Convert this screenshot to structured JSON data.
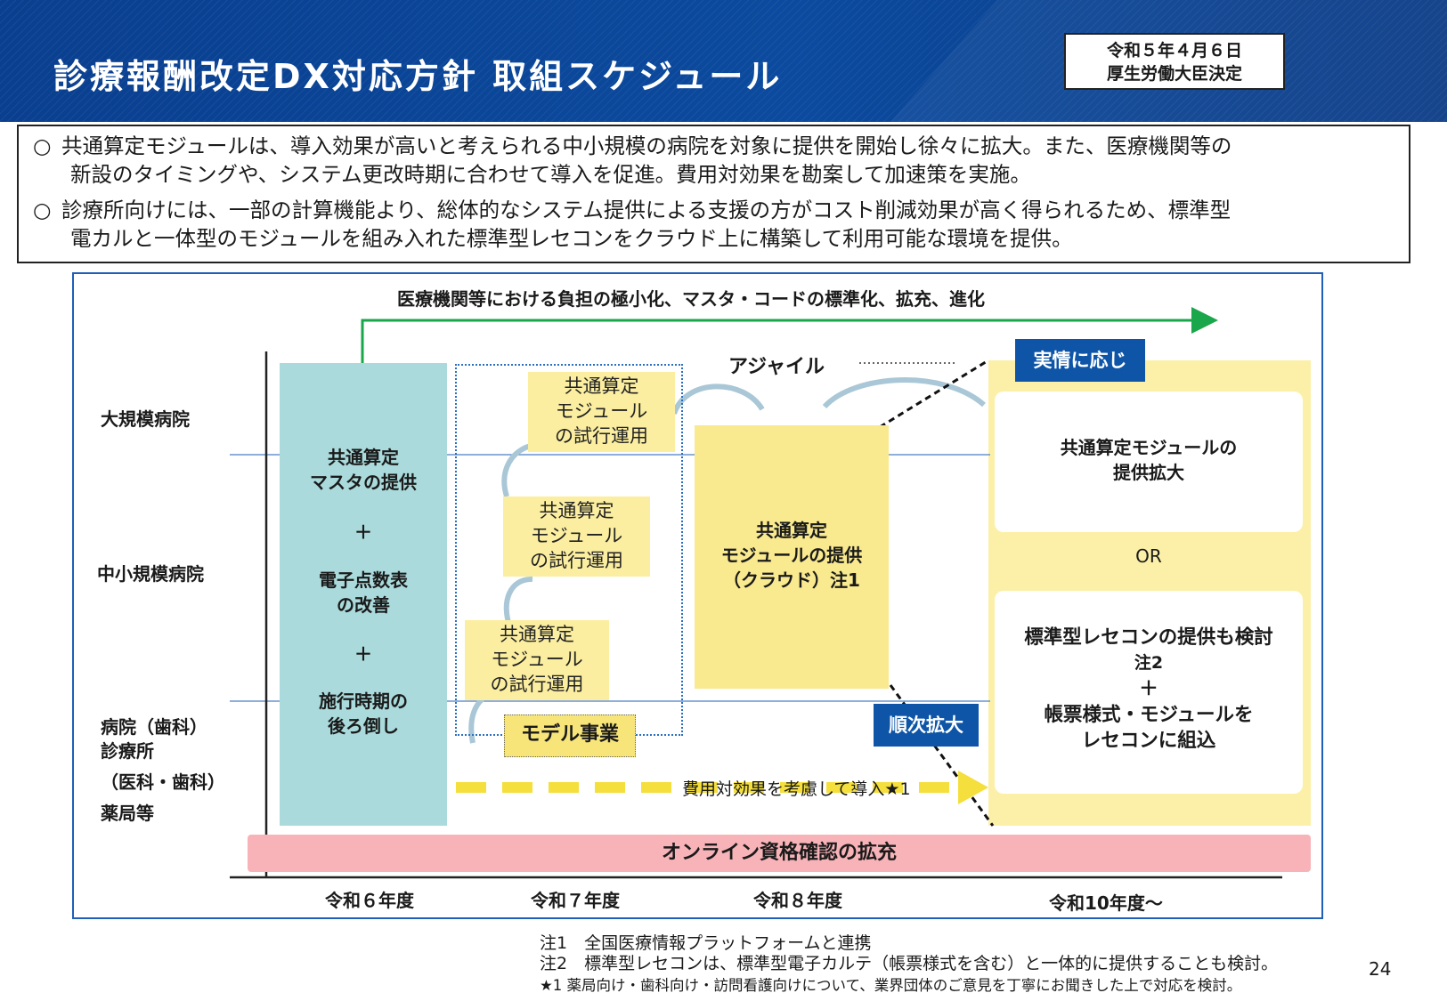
{
  "header": {
    "title": "診療報酬改定DX対応方針 取組スケジュール",
    "decision": [
      "令和５年４月６日",
      "厚生労働大臣決定"
    ]
  },
  "summary": {
    "bullets": [
      {
        "mark": "○",
        "line1": "共通算定モジュールは、導入効果が高いと考えられる中小規模の病院を対象に提供を開始し徐々に拡大。また、医療機関等の",
        "line2": "新設のタイミングや、システム更改時期に合わせて導入を促進。費用対効果を勘案して加速策を実施。"
      },
      {
        "mark": "○",
        "line1": "診療所向けには、一部の計算機能より、総体的なシステム提供による支援の方がコスト削減効果が高く得られるため、標準型",
        "line2": "電カルと一体型のモジュールを組み入れた標準型レセコンをクラウド上に構築して利用可能な環境を提供。"
      }
    ]
  },
  "diagram": {
    "top_banner": "医療機関等における負担の極小化、マスタ・コードの標準化、拡充、進化",
    "rows": {
      "large": "大規模病院",
      "mid": "中小規模病院",
      "small": [
        "病院（歯科）",
        "診療所",
        "（医科・歯科）",
        "薬局等"
      ]
    },
    "teal": {
      "item1": [
        "共通算定",
        "マスタの提供"
      ],
      "plus": "＋",
      "item2": [
        "電子点数表",
        "の改善"
      ],
      "item3": [
        "施行時期の",
        "後ろ倒し"
      ]
    },
    "trial": [
      "共通算定",
      "モジュール",
      "の試行運用"
    ],
    "model": "モデル事業",
    "agile": "アジャイル",
    "main_yellow": [
      "共通算定",
      "モジュールの提供",
      "（クラウド）注1"
    ],
    "tag_conditions": "実情に応じ",
    "tag_expand": "順次拡大",
    "card1": [
      "共通算定モジュールの",
      "提供拡大"
    ],
    "or": "OR",
    "card2": [
      "標準型レセコンの提供も検討",
      "注2",
      "＋",
      "帳票様式・モジュールを",
      "レセコンに組込"
    ],
    "cost_arrow": "費用対効果を考慮して導入★1",
    "online": "オンライン資格確認の拡充",
    "years": [
      "令和６年度",
      "令和７年度",
      "令和８年度",
      "令和10年度～"
    ]
  },
  "notes": [
    "注1　全国医療情報プラットフォームと連携",
    "注2　標準型レセコンは、標準型電子カルテ（帳票様式を含む）と一体的に提供することも検討。",
    "★1 薬局向け・歯科向け・訪問看護向けについて、業界団体のご意見を丁寧にお聞きした上で対応を検討。"
  ],
  "page_number": "24",
  "colors": {
    "header_blue": "#0b4a9e",
    "teal": "#aadadb",
    "yellow": "#f9e98f",
    "panel_yellow": "#fcf0a9",
    "tag_blue": "#0e55a8",
    "online_pink": "#f7b3b8",
    "green_arrow": "#1aa64a"
  }
}
